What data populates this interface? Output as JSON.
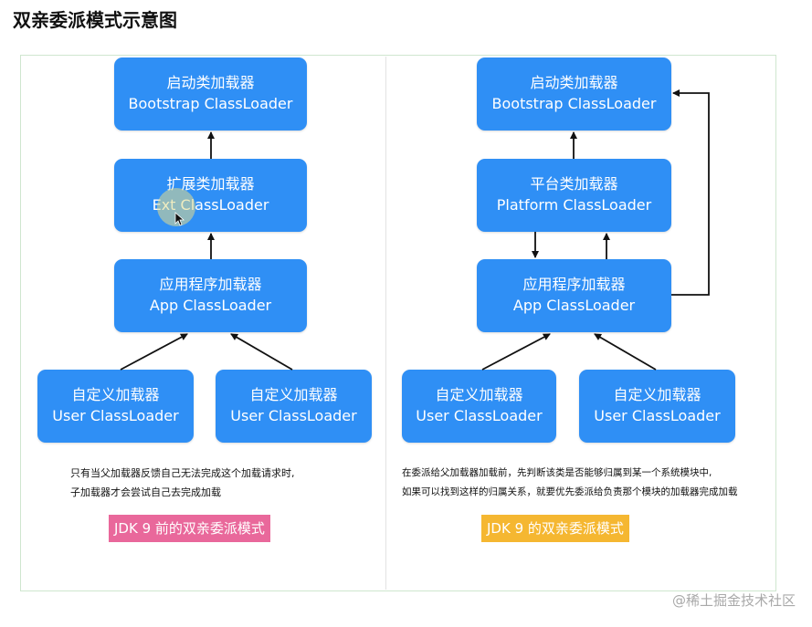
{
  "page": {
    "title": "双亲委派模式示意图"
  },
  "left": {
    "bootstrap": {
      "cn": "启动类加载器",
      "en": "Bootstrap ClassLoader"
    },
    "ext": {
      "cn": "扩展类加载器",
      "en": "Ext ClassLoader"
    },
    "app": {
      "cn": "应用程序加载器",
      "en": "App ClassLoader"
    },
    "user1": {
      "cn": "自定义加载器",
      "en": "User ClassLoader"
    },
    "user2": {
      "cn": "自定义加载器",
      "en": "User ClassLoader"
    },
    "desc": [
      "只有当父加载器反馈自己无法完成这个加载请求时,",
      "子加载器才会尝试自己去完成加载"
    ],
    "badge": {
      "text": "JDK 9 前的双亲委派模式",
      "color": "#e9689b"
    }
  },
  "right": {
    "bootstrap": {
      "cn": "启动类加载器",
      "en": "Bootstrap ClassLoader"
    },
    "platform": {
      "cn": "平台类加载器",
      "en": "Platform ClassLoader"
    },
    "app": {
      "cn": "应用程序加载器",
      "en": "App ClassLoader"
    },
    "user1": {
      "cn": "自定义加载器",
      "en": "User ClassLoader"
    },
    "user2": {
      "cn": "自定义加载器",
      "en": "User ClassLoader"
    },
    "desc": [
      "在委派给父加载器加载前，先判断该类是否能够归属到某一个系统模块中,",
      "如果可以找到这样的归属关系，就要优先委派给负责那个模块的加载器完成加载"
    ],
    "badge": {
      "text": "JDK 9 的双亲委派模式",
      "color": "#f5b731"
    }
  },
  "watermark": "@稀土掘金技术社区",
  "colors": {
    "box": "#2f8ff5",
    "arrow": "#111111",
    "frame": "#cfe6cf"
  },
  "icons": {
    "cursor": "mouse-pointer-icon"
  }
}
